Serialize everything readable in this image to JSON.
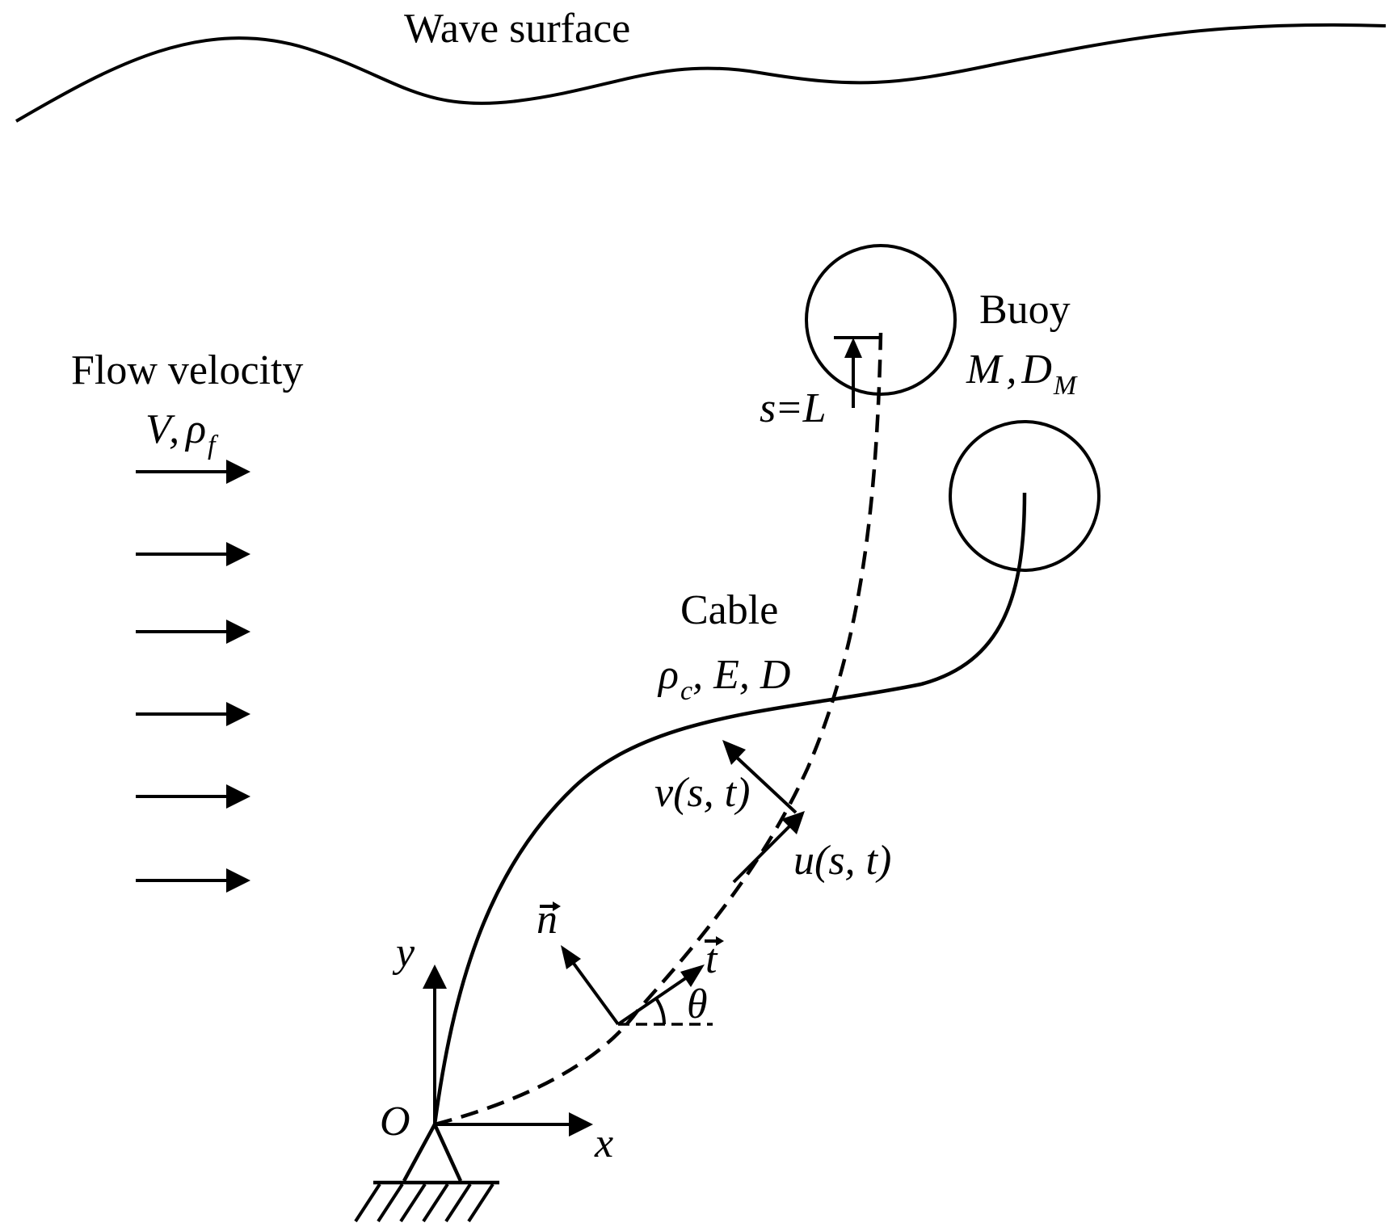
{
  "labels": {
    "wave_surface": "Wave surface",
    "flow_velocity": "Flow velocity",
    "buoy": "Buoy",
    "cable": "Cable"
  },
  "flow": {
    "v": "V",
    "sep": ",",
    "rho": "ρ",
    "rho_sub": "f"
  },
  "buoy_params": {
    "m": "M",
    "sep": ",",
    "d": "D",
    "d_sub": "M"
  },
  "cable_params": {
    "rho": "ρ",
    "rho_sub": "c",
    "rest": ", E, D"
  },
  "s_eq_L": {
    "s": "s",
    "eq": "=",
    "L": "L"
  },
  "displacements": {
    "v": "v(s, t)",
    "u": "u(s, t)"
  },
  "unit_vectors": {
    "n": "n",
    "t": "t"
  },
  "angle": "θ",
  "axes": {
    "x": "x",
    "y": "y",
    "origin": "O"
  },
  "icons": [
    "flow-arrow",
    "vector-arrow",
    "fixed-support",
    "arrow-accent"
  ]
}
